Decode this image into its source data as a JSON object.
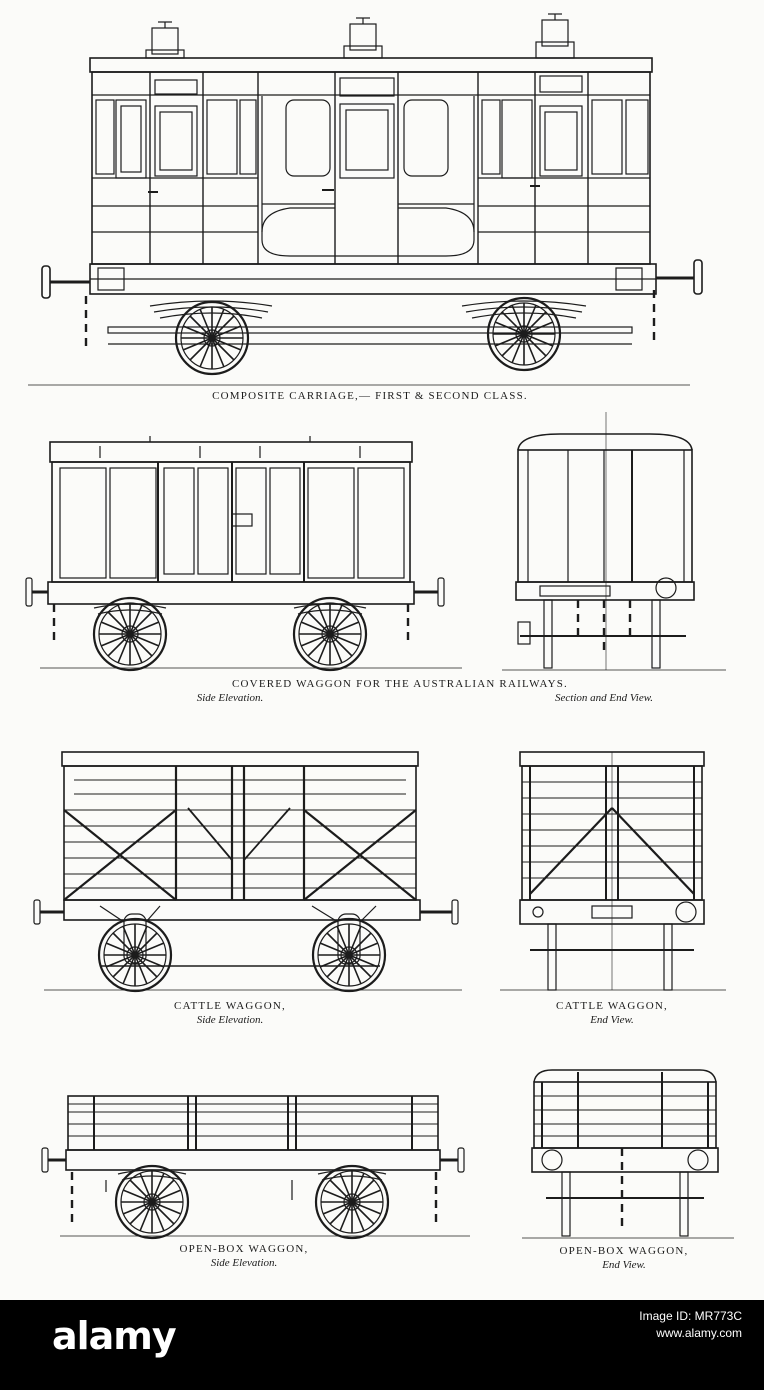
{
  "diagrams": [
    {
      "title": "COMPOSITE CARRIAGE,— FIRST & SECOND CLASS."
    },
    {
      "title": "COVERED WAGGON FOR THE AUSTRALIAN RAILWAYS.",
      "side_caption": "Side Elevation.",
      "end_caption": "Section and End View."
    },
    {
      "title": "CATTLE WAGGON,",
      "caption": "Side Elevation."
    },
    {
      "title": "CATTLE WAGGON,",
      "caption": "End View."
    },
    {
      "title": "OPEN-BOX WAGGON,",
      "caption": "Side Elevation."
    },
    {
      "title": "OPEN-BOX WAGGON,",
      "caption": "End View."
    }
  ],
  "footer": {
    "logo": "alamy",
    "image_id": "Image ID: MR773C",
    "site": "www.alamy.com"
  },
  "colors": {
    "ink": "#1c1c1c",
    "paper": "#fbfbf9",
    "footer_bg": "#000000",
    "footer_text": "#ffffff"
  }
}
